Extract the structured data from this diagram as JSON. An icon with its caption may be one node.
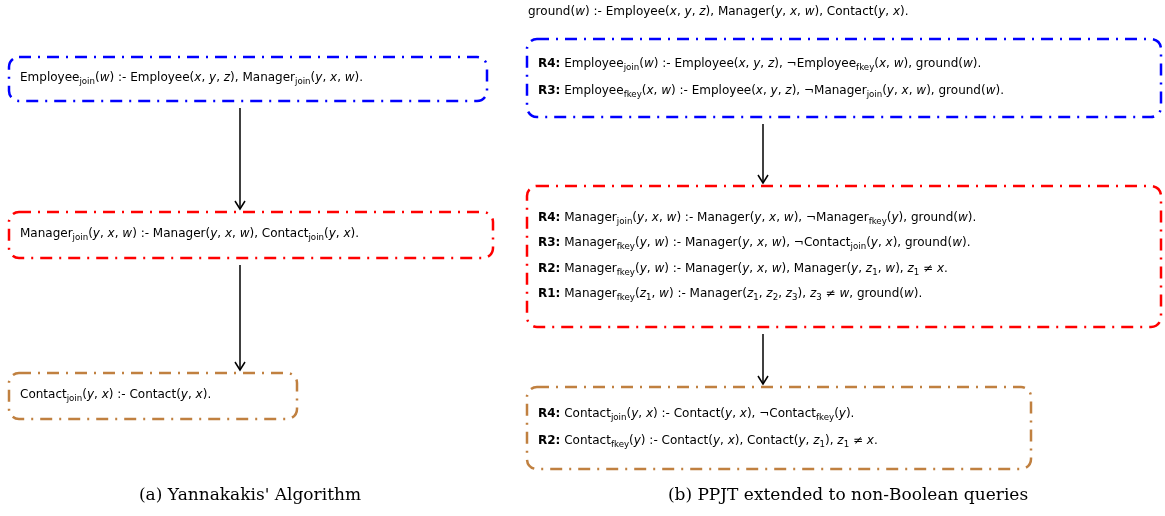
{
  "diagram": {
    "nodes": [
      {
        "text": [
          "Employee$_{join}$(*w*) :- Employee(*x*, *y*, *z*), Manager$_{join}$(*y*, *x*, *w*)."
        ]
      },
      {
        "text": [
          "Manager$_{join}$(*y*, *x*, *w*) :- Manager(*y*, *x*, *w*), Contact$_{join}$(*y*, *x*)."
        ]
      },
      {
        "text": [
          "Contact$_{join}$(*y*, *x*) :- Contact(*y*, *x*)."
        ]
      },
      {
        "text": [
          "**R4:** Employee$_{join}$(*w*) :- Employee(*x*, *y*, *z*), ¬Employee$_{fkey}$(*x*, *w*), ground(*w*).",
          "**R3:** Employee$_{fkey}$(*x*, *w*) :- Employee(*x*, *y*, *z*), ¬Manager$_{join}$(*y*, *x*, *w*), ground(*w*)."
        ]
      },
      {
        "text": [
          "**R4:** Manager$_{join}$(*y*, *x*, *w*) :- Manager(*y*, *x*, *w*), ¬Manager$_{fkey}$(*y*), ground(*w*).",
          "**R3:** Manager$_{fkey}$(*y*, *w*) :- Manager(*y*, *x*, *w*), ¬Contact$_{join}$(*y*, *x*), ground(*w*).",
          "**R2:** Manager$_{fkey}$(*y*, *w*) :- Manager(*y*, *x*, *w*), Manager(*y*, *z*$_{1}$, *w*), *z*$_{1}$ ≠ *x*.",
          "**R1:** Manager$_{fkey}$(*z*$_{1}$, *w*) :- Manager(*z*$_{1}$, *z*$_{2}$, *z*$_{3}$), *z*$_{3}$ ≠ *w*, ground(*w*)."
        ]
      },
      {
        "text": [
          "**R4:** Contact$_{join}$(*y*, *x*) :- Contact(*y*, *x*), ¬Contact$_{fkey}$(*y*).",
          "**R2:** Contact$_{fkey}$(*y*) :- Contact(*y*, *x*), Contact(*y*, *z*$_{1}$), *z*$_{1}$ ≠ *x*."
        ]
      }
    ],
    "edges": [
      {
        "from": 0,
        "to": 1,
        "arrow": "to"
      },
      {
        "from": 1,
        "to": 2,
        "arrow": "to"
      },
      {
        "from": 3,
        "to": 4,
        "arrow": "to"
      },
      {
        "from": 4,
        "to": 5,
        "arrow": "to"
      }
    ],
    "labels": [
      "ground(*w*) :- Employee(*x*, *y*, *z*), Manager(*y*, *x*, *w*), Contact(*y*, *x*).",
      "(a) Yannakakis' Algorithm",
      "(b) PPJT extended to non-Boolean queries"
    ]
  }
}
